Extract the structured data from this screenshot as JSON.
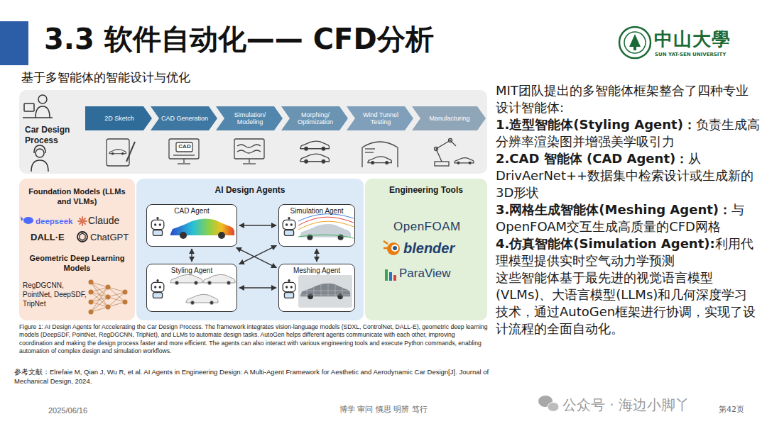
{
  "diagram": {
    "title": "3.3 软件自动化—— CFD分析",
    "caption": "Figure 1: AI Design Agents for Accelerating the Car Design Process. The framework integrates vision-language models (SDXL, ControlNet, DALL-E), geometric deep learning models (DeepSDF, PointNet, RegDGCNN, TripNet), and LLMs to automate design tasks. AutoGen helps different agents communicate with each other, improving coordination and making the design process faster and more efficient. The agents can also interact with various engineering tools and execute Python commands, enabling automation of complex design and simulation workflows.",
    "nodes": [
      {
        "text": [
          "Car Design Process"
        ]
      },
      {
        "text": [
          "2D Sketch"
        ],
        "in": 0
      },
      {
        "text": [
          "CAD Generation"
        ],
        "in": 0
      },
      {
        "text": [
          "Simulation/ Modeling"
        ],
        "in": 0
      },
      {
        "text": [
          "Morphing/ Optimization"
        ],
        "in": 0
      },
      {
        "text": [
          "Wind Tunnel Testing"
        ],
        "in": 0
      },
      {
        "text": [
          "Manufacturing"
        ],
        "in": 0
      },
      {
        "text": [
          "Foundation Models (LLMs and VLMs)",
          "deepseek",
          "Claude",
          "DALL·E",
          "ChatGPT",
          "Geometric Deep Learning Models",
          "RegDGCNN, PointNet, DeepSDF, TripNet"
        ]
      },
      {
        "text": [
          "AI Design Agents"
        ]
      },
      {
        "text": [
          "CAD Agent"
        ],
        "in": 8
      },
      {
        "text": [
          "Simulation Agent"
        ],
        "in": 8
      },
      {
        "text": [
          "Styling Agent"
        ],
        "in": 8
      },
      {
        "text": [
          "Meshing Agent"
        ],
        "in": 8
      },
      {
        "text": [
          "Engineering Tools",
          "OpenFOAM",
          "blender",
          "ParaView"
        ]
      }
    ],
    "edges": [
      {
        "from": 9,
        "to": 10,
        "arrow": "both"
      },
      {
        "from": 9,
        "to": 11,
        "arrow": "both"
      },
      {
        "from": 10,
        "to": 12,
        "arrow": "both"
      },
      {
        "from": 11,
        "to": 12,
        "arrow": "both"
      },
      {
        "from": 9,
        "to": 12,
        "arrow": "both"
      },
      {
        "from": 10,
        "to": 11,
        "arrow": "both"
      }
    ],
    "labels": [
      "中山大學",
      "SUN YAT-SEN UNIVERSITY",
      "基于多智能体的智能设计与优化",
      "MIT团队提出的多智能体框架整合了四种专业设计智能体:",
      "1.造型智能体(Styling Agent)：",
      "负责生成高分辨率渲染图并增强美学吸引力",
      "2.CAD 智能体 (CAD Agent)：",
      "从DrivAerNet++数据集中检索设计或生成新的3D形状",
      "3.网格生成智能体(Meshing Agent)：",
      "与OpenFOAM交互生成高质量的CFD网格",
      "4.仿真智能体(Simulation Agent):",
      "利用代理模型提供实时空气动力学预测",
      "这些智能体基于最先进的视觉语言模型(VLMs)、大语言模型(LLMs)和几何深度学习技术，通过AutoGen框架进行协调，实现了设计流程的全面自动化。",
      "参考文献：Elrefaie M, Qian J, Wu R, et al. AI Agents in Engineering Design: A Multi-Agent Framework for Aesthetic and Aerodynamic Car Design[J]. Journal of Mechanical Design, 2024.",
      "2025/06/16",
      "博学 审问 慎思 明辨 笃行",
      "第42页",
      "公众号 · 海边小脚丫",
      "CAD"
    ]
  }
}
